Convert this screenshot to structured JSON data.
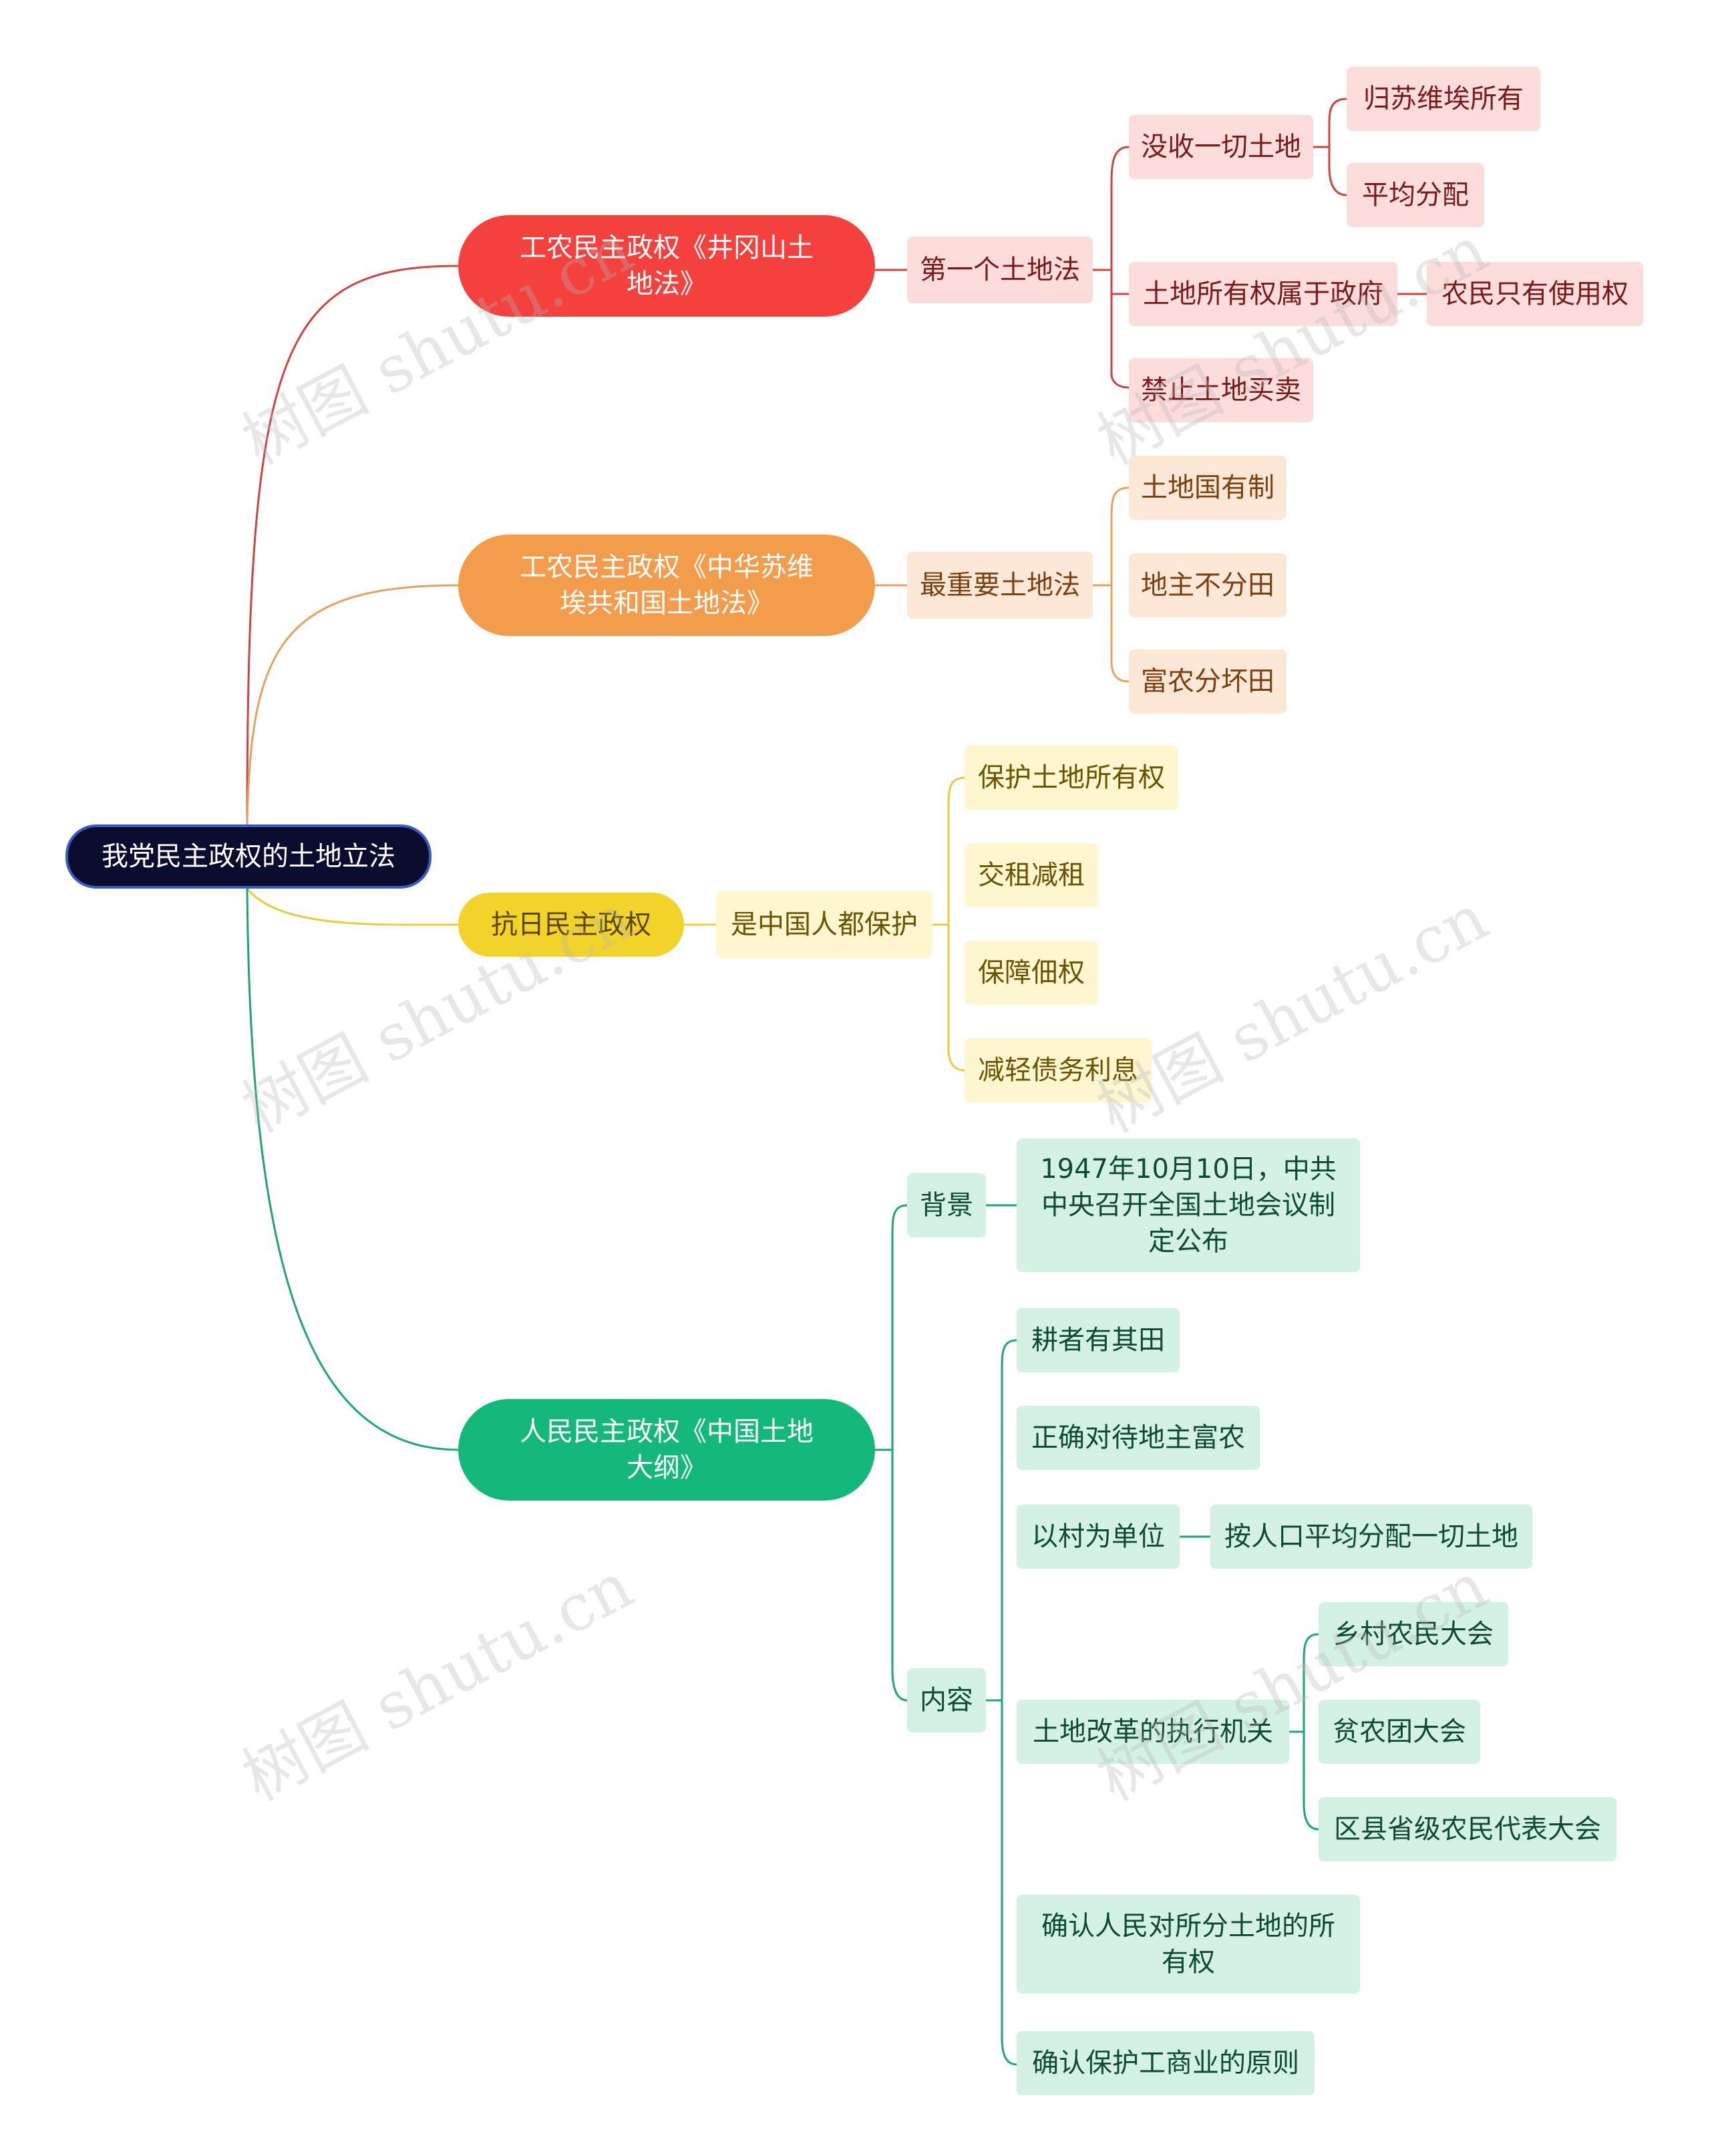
{
  "colors": {
    "root_bg": "#0b0d2e",
    "root_border": "#3a5bbf",
    "red": "#f5413d",
    "red_light": "#fddcdc",
    "red_text": "#7a1a1a",
    "red_line": "#d0433f",
    "orange": "#f39c4b",
    "orange_light": "#fde8d7",
    "orange_text": "#7a4010",
    "orange_line": "#e8a060",
    "yellow": "#f2d32a",
    "yellow_light": "#fdf6cf",
    "yellow_text": "#6b5300",
    "yellow_line": "#e8cc3a",
    "green": "#14b87a",
    "green_light": "#d3f2e4",
    "green_text": "#0f4a33",
    "green_line": "#1aa870"
  },
  "root": {
    "label": "我党民主政权的土地立法"
  },
  "branches": [
    {
      "label": "工农民主政权《井冈山土地法》",
      "sub": {
        "label": "第一个土地法",
        "children": [
          {
            "label": "没收一切土地",
            "children": [
              {
                "label": "归苏维埃所有"
              },
              {
                "label": "平均分配"
              }
            ]
          },
          {
            "label": "土地所有权属于政府",
            "children": [
              {
                "label": "农民只有使用权"
              }
            ]
          },
          {
            "label": "禁止土地买卖"
          }
        ]
      }
    },
    {
      "label": "工农民主政权《中华苏维埃共和国土地法》",
      "sub": {
        "label": "最重要土地法",
        "children": [
          {
            "label": "土地国有制"
          },
          {
            "label": "地主不分田"
          },
          {
            "label": "富农分坏田"
          }
        ]
      }
    },
    {
      "label": "抗日民主政权",
      "sub": {
        "label": "是中国人都保护",
        "children": [
          {
            "label": "保护土地所有权"
          },
          {
            "label": "交租减租"
          },
          {
            "label": "保障佃权"
          },
          {
            "label": "减轻债务利息"
          }
        ]
      }
    },
    {
      "label": "人民民主政权《中国土地大纲》",
      "subs": [
        {
          "label": "背景",
          "children": [
            {
              "label": "1947年10月10日，中共中央召开全国土地会议制定公布"
            }
          ]
        },
        {
          "label": "内容",
          "children": [
            {
              "label": "耕者有其田"
            },
            {
              "label": "正确对待地主富农"
            },
            {
              "label": "以村为单位",
              "children": [
                {
                  "label": "按人口平均分配一切土地"
                }
              ]
            },
            {
              "label": "土地改革的执行机关",
              "children": [
                {
                  "label": "乡村农民大会"
                },
                {
                  "label": "贫农团大会"
                },
                {
                  "label": "区县省级农民代表大会"
                }
              ]
            },
            {
              "label": "确认人民对所分土地的所有权"
            },
            {
              "label": "确认保护工商业的原则"
            }
          ]
        }
      ]
    }
  ],
  "watermark": "树图 shutu.cn"
}
